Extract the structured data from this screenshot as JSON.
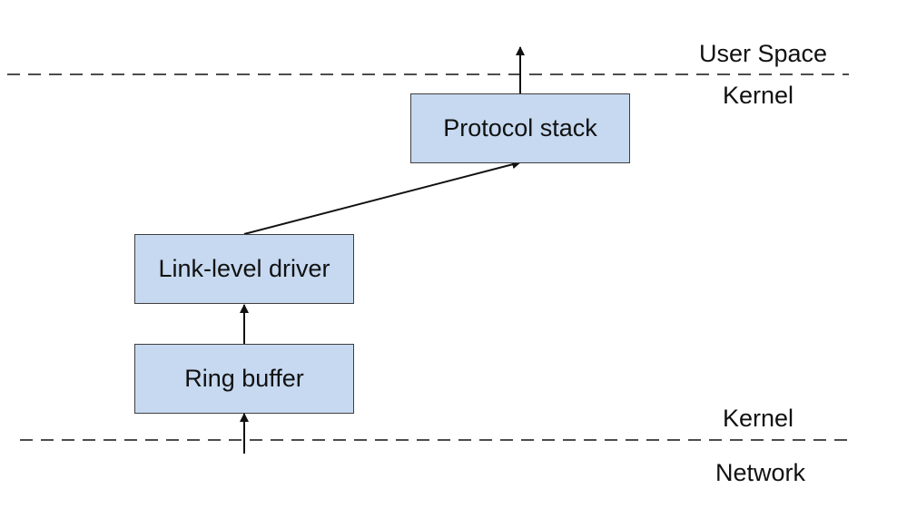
{
  "colors": {
    "box_fill": "#c6d9f0",
    "box_border": "#3f3f3f",
    "line": "#111111"
  },
  "boundaries": {
    "top_above_label": "User Space",
    "top_below_label": "Kernel",
    "bottom_above_label": "Kernel",
    "bottom_below_label": "Network"
  },
  "boxes": {
    "protocol_stack": "Protocol stack",
    "link_driver": "Link-level driver",
    "ring_buffer": "Ring buffer"
  },
  "connections": [
    {
      "from": "network",
      "to": "ring_buffer"
    },
    {
      "from": "ring_buffer",
      "to": "link_driver"
    },
    {
      "from": "link_driver",
      "to": "protocol_stack"
    },
    {
      "from": "protocol_stack",
      "to": "user_space"
    }
  ]
}
